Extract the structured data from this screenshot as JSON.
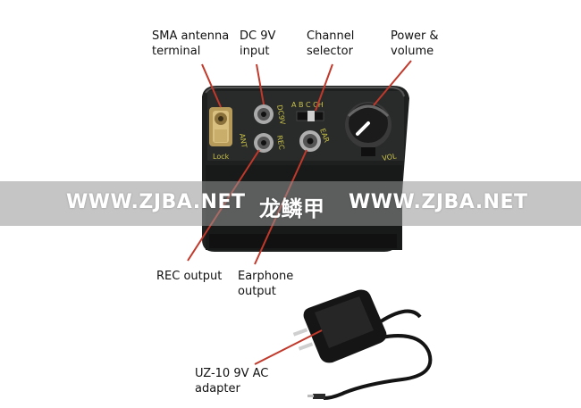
{
  "labels": {
    "sma": "SMA antenna\nterminal",
    "dc": "DC 9V\ninput",
    "channel": "Channel\nselector",
    "power": "Power &\nvolume",
    "rec": "REC output",
    "earphone": "Earphone\noutput",
    "adapter": "UZ-10 9V AC\nadapter"
  },
  "device_markings": {
    "ch": "A B C CH",
    "ant": "ANT",
    "dc9v": "DC9V",
    "rec": "REC",
    "ear": "EAR",
    "vol": "VOL",
    "lock": "Lock"
  },
  "watermark": {
    "left": "WWW.ZJBA.NET",
    "middle": "龙鳞甲",
    "right": "WWW.ZJBA.NET"
  },
  "colors": {
    "device_body": "#1e1f1f",
    "device_top": "#2a2b2b",
    "marking_yellow": "#c8c24a",
    "label_text": "#111111",
    "watermark_band": "#969696"
  }
}
